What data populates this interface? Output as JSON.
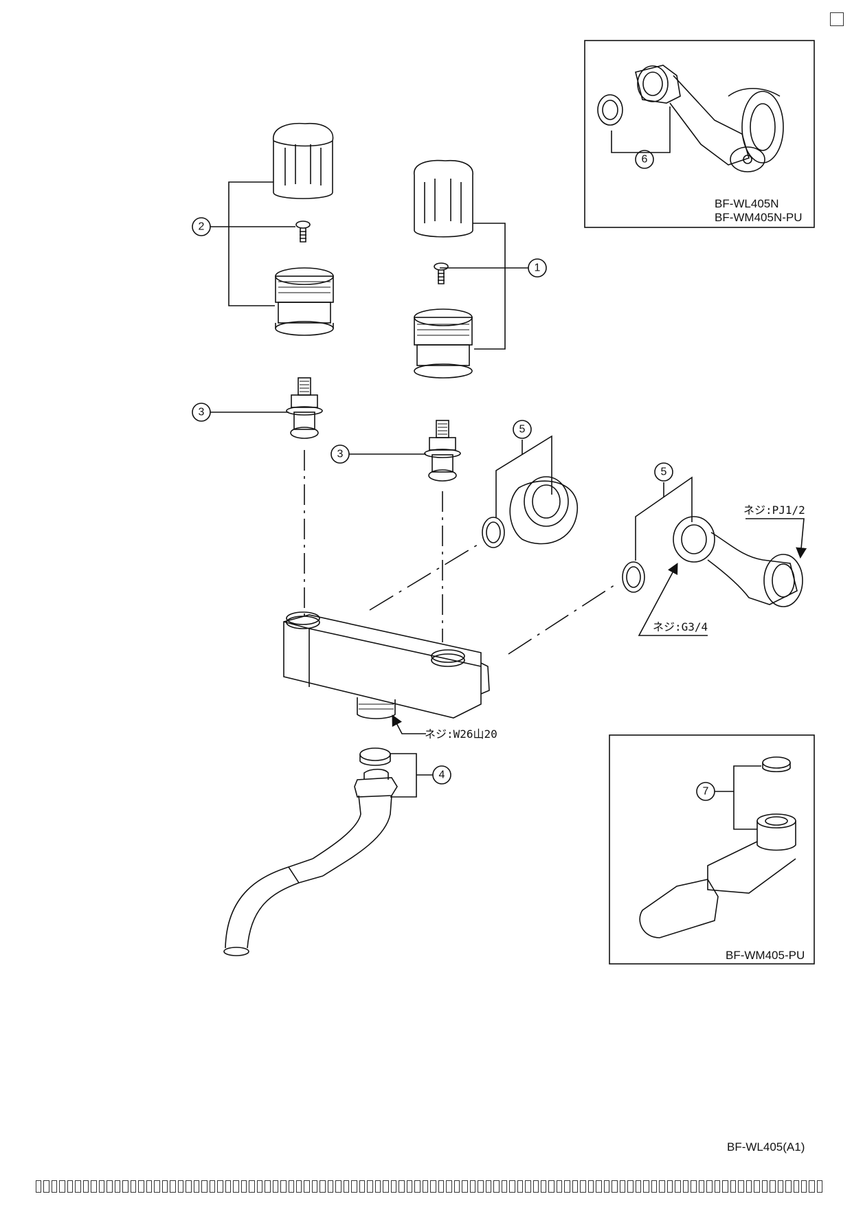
{
  "callouts": {
    "c1": "1",
    "c2": "2",
    "c3a": "3",
    "c3b": "3",
    "c4": "4",
    "c5a": "5",
    "c5b": "5",
    "c6": "6",
    "c7": "7"
  },
  "threads": {
    "pj": "ネジ:PJ1/2",
    "g34": "ネジ:G3/4",
    "w26": "ネジ:W26山20"
  },
  "inset_top": {
    "model_1": "BF-WL405N",
    "model_2": "BF-WM405N-PU"
  },
  "inset_bottom": {
    "model": "BF-WM405-PU"
  },
  "doc_code": "BF-WL405(A1)"
}
